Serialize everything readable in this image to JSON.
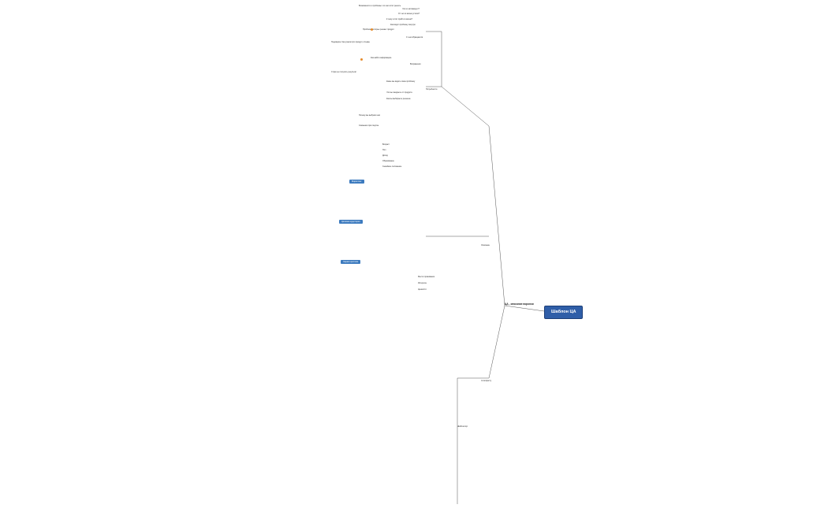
{
  "root": {
    "label": "Шаблон ЦА"
  },
  "mid": {
    "label": "ЦА - описание воронки"
  },
  "branches": {
    "opisanie": "Описание",
    "po_vozrastu": "по возрасту",
    "shablon": "Шаблон ЦА"
  },
  "top_cluster": {
    "header_label": "Возражения",
    "notes": [
      "Возможности и проблемы что они хотят решить",
      "Что их мотивирует?",
      "От чего в жизни устали?",
      "К чему хотят прийти в жизни?",
      "Как видят проблему изнутри",
      "Проблемы которые решает продукт",
      "С чем обращаются"
    ],
    "objection_groups": [
      "Недоверие: Как узнали про продукт, отзывы",
      "Как найти информацию",
      "Страх не получить результат"
    ]
  },
  "mid_cluster": {
    "label": "Потребности",
    "items": [
      "Какие вы видите свою проблему",
      "Что вы ожидаете от продукта",
      "Как вы выбираете решение",
      "Почему вы выбрали нас",
      "Сомнения при покупке"
    ]
  },
  "sections": [
    "Маркетинг",
    "Целевая аудитория",
    "Характеристики"
  ],
  "small_items": [
    "Возраст",
    "Пол",
    "Доход",
    "Образование",
    "Семейное положение",
    "Место проживания",
    "Интересы",
    "Ценности"
  ]
}
